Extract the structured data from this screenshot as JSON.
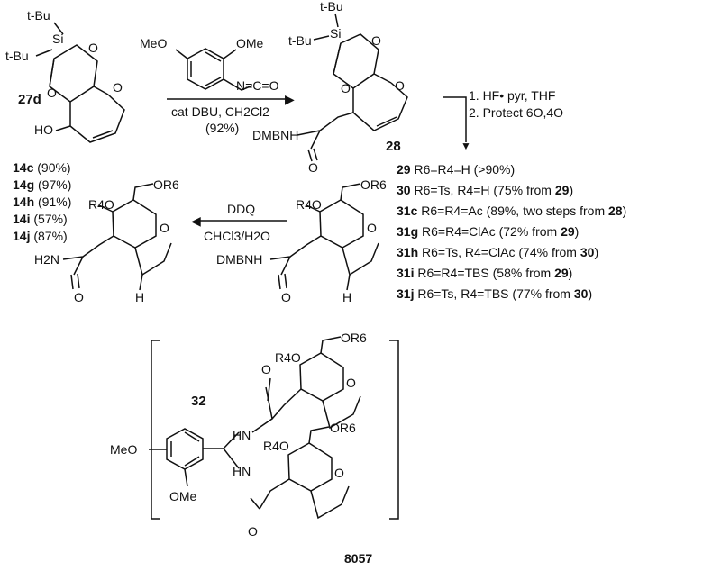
{
  "reagent1": {
    "methoxy_a": "MeO",
    "methoxy_b": "OMe",
    "isocyanate": "N=C=O",
    "catalyst": "cat DBU, CH2Cl2",
    "yield": "(92%)"
  },
  "compound_labels": {
    "c27d": "27d",
    "c28": "28",
    "c32": "32"
  },
  "step2": {
    "line1": "1. HF• pyr, THF",
    "line2": "2. Protect 6O,4O"
  },
  "ddq_step": {
    "reagent": "DDQ",
    "solvent": "CHCl3/H2O"
  },
  "products_left": [
    {
      "id": "14c",
      "yield": "(90%)"
    },
    {
      "id": "14g",
      "yield": "(97%)"
    },
    {
      "id": "14h",
      "yield": "(91%)"
    },
    {
      "id": "14i",
      "yield": "(57%)"
    },
    {
      "id": "14j",
      "yield": "(87%)"
    }
  ],
  "products_right": [
    {
      "id": "29",
      "text": "R6=R4=H (>90%)",
      "ref": ""
    },
    {
      "id": "30",
      "text": "R6=Ts, R4=H (75% from ",
      "ref": "29",
      "tail": ")"
    },
    {
      "id": "31c",
      "text": "R6=R4=Ac (89%, two steps from ",
      "ref": "28",
      "tail": ")"
    },
    {
      "id": "31g",
      "text": "R6=R4=ClAc (72% from ",
      "ref": "29",
      "tail": ")"
    },
    {
      "id": "31h",
      "text": "R6=Ts, R4=ClAc (74% from ",
      "ref": "30",
      "tail": ")"
    },
    {
      "id": "31i",
      "text": "R6=R4=TBS (58% from ",
      "ref": "29",
      "tail": ")"
    },
    {
      "id": "31j",
      "text": "R6=Ts, R4=TBS (77% from ",
      "ref": "30",
      "tail": ")"
    }
  ],
  "atoms": {
    "tbu": "t-Bu",
    "si": "Si",
    "o": "O",
    "ho": "HO",
    "dmbnh": "DMBNH",
    "h2n": "H2N",
    "h": "H",
    "r4o": "R4O",
    "or6": "OR6",
    "hn": "HN",
    "meo": "MeO",
    "ome": "OMe"
  },
  "figure_code": "8057"
}
